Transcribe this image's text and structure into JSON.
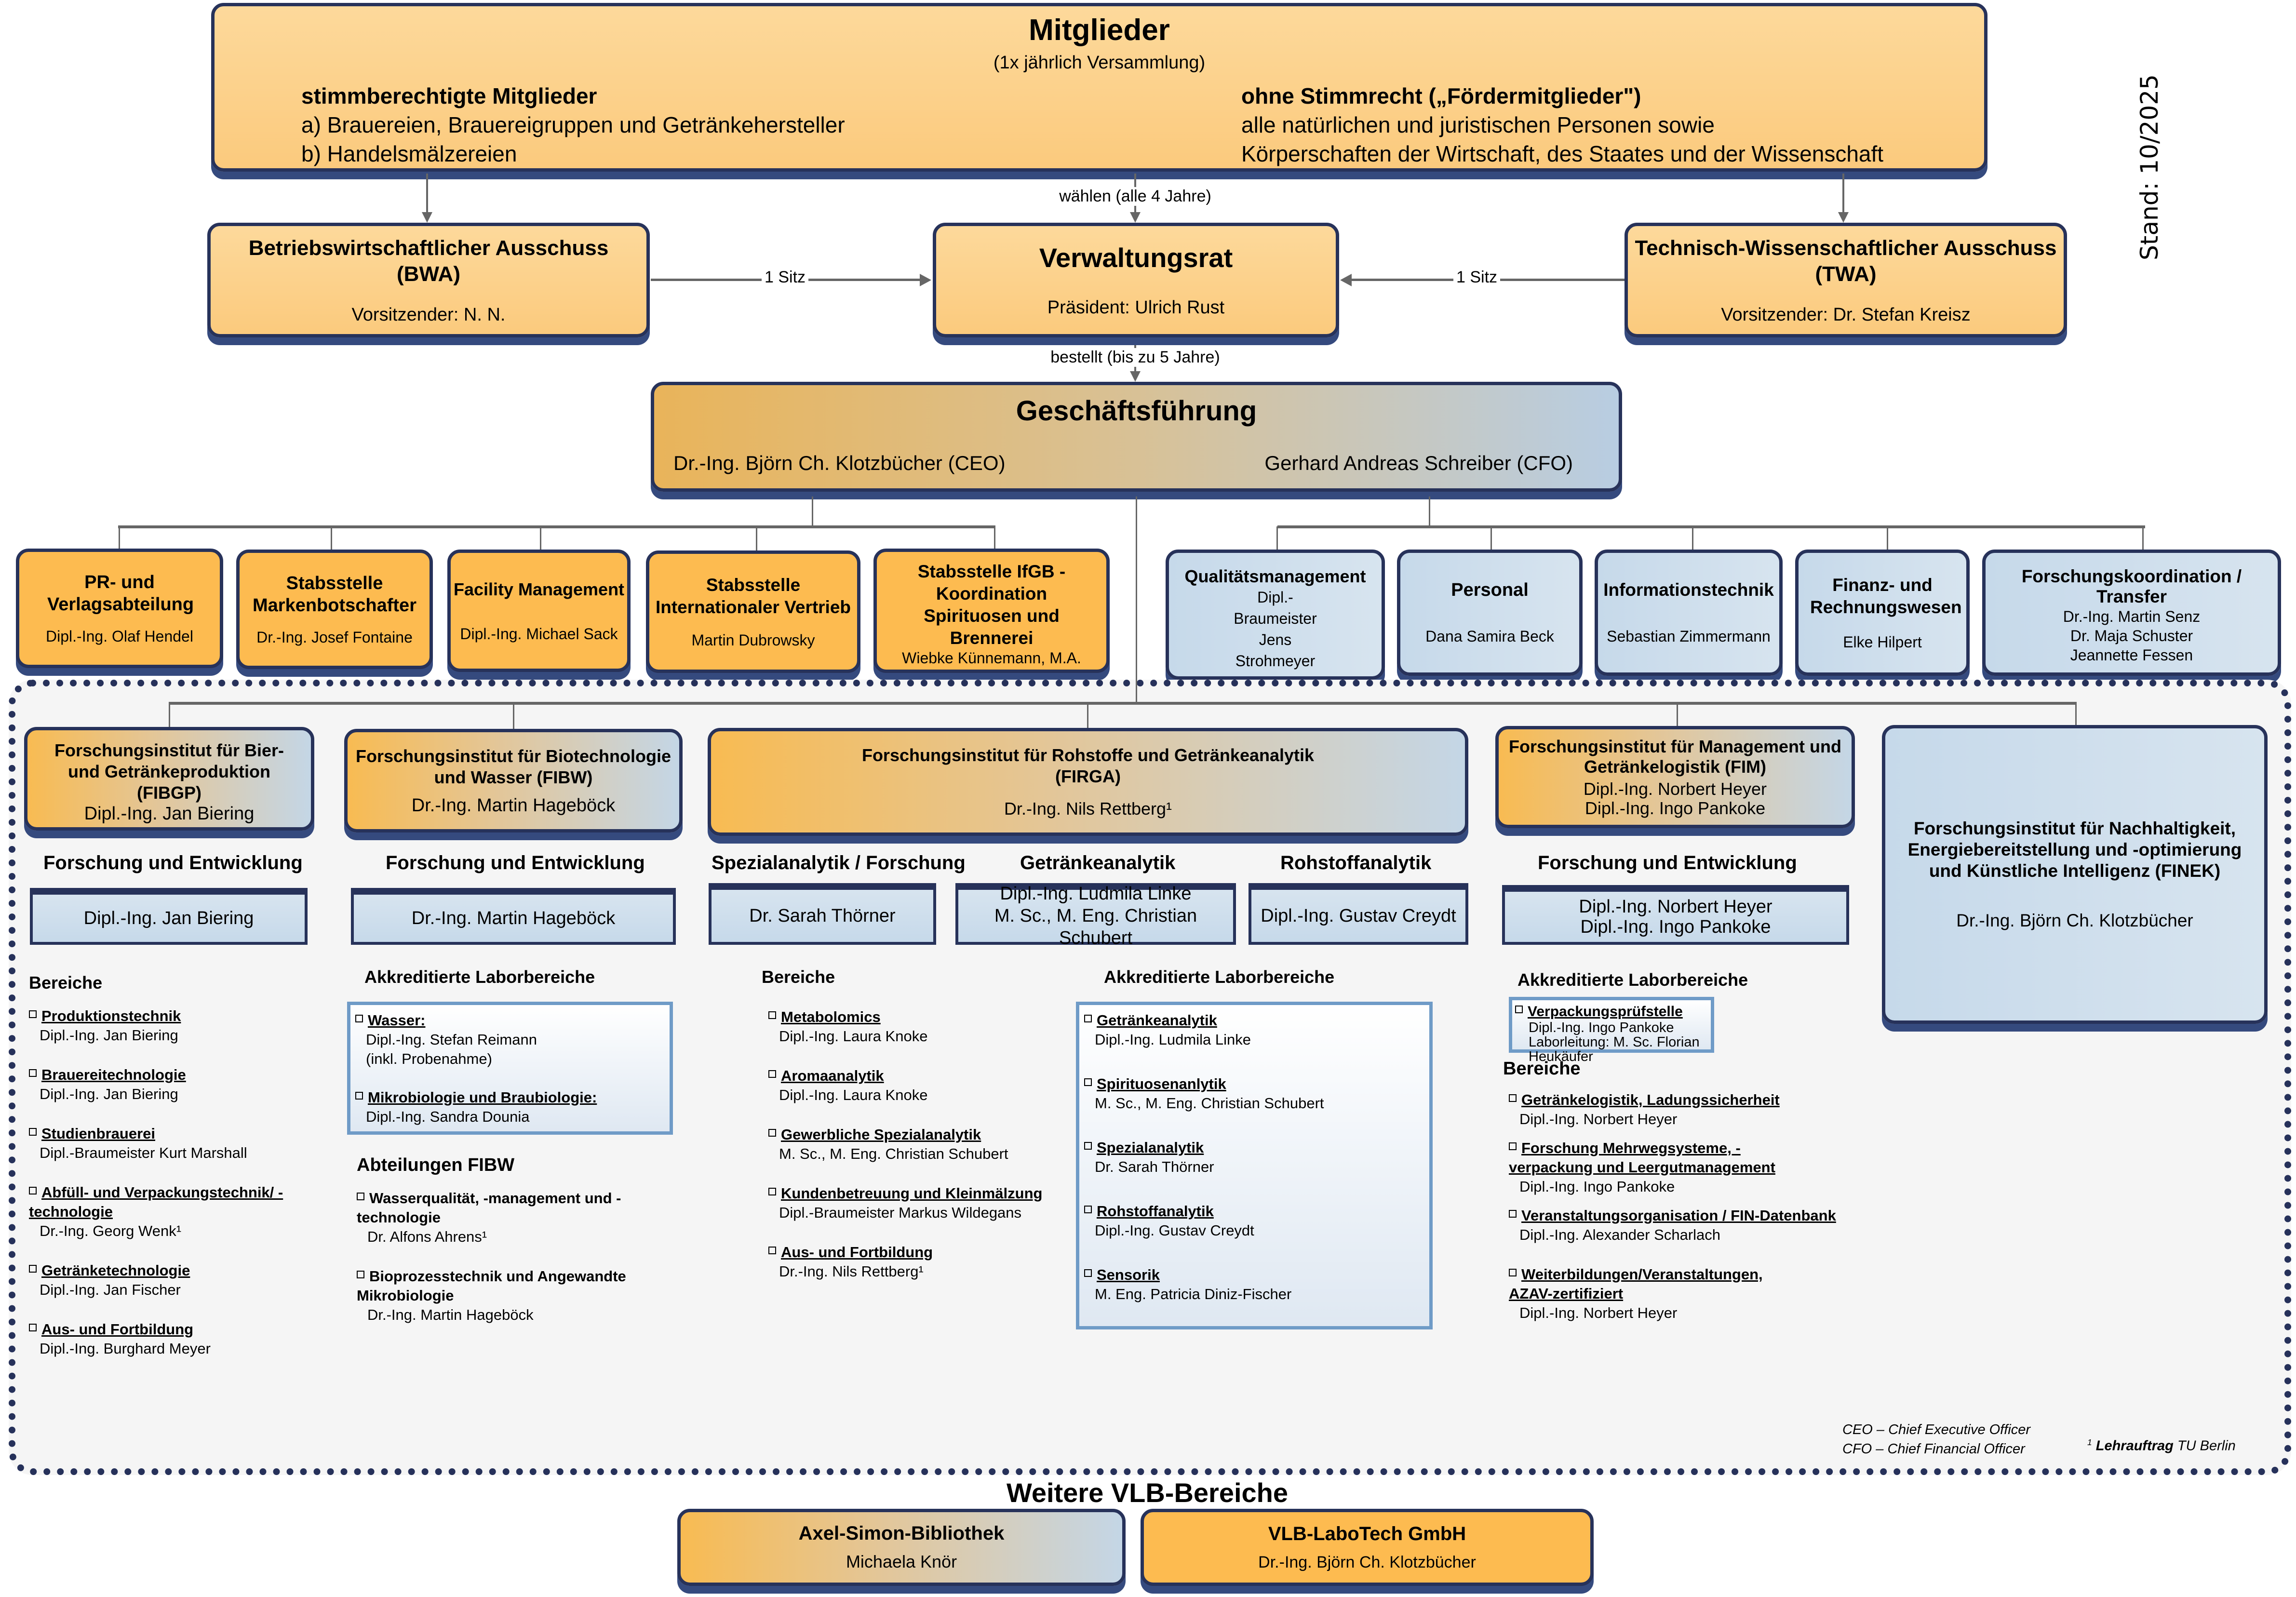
{
  "members": {
    "title": "Mitglieder",
    "subtitle": "(1x jährlich Versammlung)",
    "voting": {
      "heading": "stimmberechtigte Mitglieder",
      "lines": [
        "a) Brauereien, Brauereigruppen und Getränkehersteller",
        "b) Handelsmälzereien"
      ]
    },
    "nonvoting": {
      "heading": "ohne Stimmrecht („Fördermitglieder\")",
      "lines": [
        "alle natürlichen und juristischen Personen sowie",
        "Körperschaften der Wirtschaft, des Staates und der Wissenschaft"
      ]
    }
  },
  "connectors": {
    "elect": "wählen (alle 4 Jahre)",
    "appoint": "bestellt (bis zu 5 Jahre)",
    "seat_left": "1 Sitz",
    "seat_right": "1 Sitz"
  },
  "bwa": {
    "title": "Betriebswirtschaftlicher Ausschuss",
    "abbr": "(BWA)",
    "person": "Vorsitzender: N. N."
  },
  "board": {
    "title": "Verwaltungsrat",
    "person": "Präsident: Ulrich Rust"
  },
  "twa": {
    "title": "Technisch-Wissenschaftlicher Ausschuss",
    "abbr": "(TWA)",
    "person": "Vorsitzender: Dr. Stefan Kreisz"
  },
  "stand": "Stand: 10/2025",
  "management": {
    "title": "Geschäftsführung",
    "ceo": "Dr.-Ing. Björn Ch. Klotzbücher (CEO)",
    "cfo": "Gerhard Andreas Schreiber (CFO)"
  },
  "staff_left": [
    {
      "title": "PR- und Verlagsabteilung",
      "person": "Dipl.-Ing. Olaf Hendel"
    },
    {
      "title": "Stabsstelle Markenbotschafter",
      "person": "Dr.-Ing. Josef Fontaine"
    },
    {
      "title": "Facility Management",
      "person": "Dipl.-Ing. Michael Sack"
    },
    {
      "title": "Stabsstelle Internationaler Vertrieb",
      "person": "Martin Dubrowsky"
    },
    {
      "title": "Stabsstelle IfGB - Koordination Spirituosen und Brennerei",
      "person": "Wiebke Künnemann, M.A."
    }
  ],
  "staff_right": [
    {
      "title": "Qualitätsmanagement",
      "person": "Dipl.-Braumeister Jens Strohmeyer"
    },
    {
      "title": "Personal",
      "person": "Dana Samira Beck"
    },
    {
      "title": "Informationstechnik",
      "person": "Sebastian Zimmermann"
    },
    {
      "title": "Finanz- und Rechnungswesen",
      "person": "Elke Hilpert"
    },
    {
      "title": "Forschungskoordination / Transfer",
      "person": "Dr.-Ing. Martin Senz\nDr. Maja Schuster\nJeannette Fessen"
    }
  ],
  "institutes": {
    "fibgp": {
      "title": "Forschungsinstitut für Bier- und Getränkeproduktion (FIBGP)",
      "head": "Dipl.-Ing. Jan Biering",
      "rd_label": "Forschung und Entwicklung",
      "rd_person": "Dipl.-Ing. Jan Biering",
      "areas_label": "Bereiche",
      "areas": [
        {
          "name": "Produktionstechnik",
          "person": "Dipl.-Ing. Jan Biering"
        },
        {
          "name": "Brauereitechnologie",
          "person": "Dipl.-Ing. Jan Biering"
        },
        {
          "name": "Studienbrauerei",
          "person": "Dipl.-Braumeister Kurt Marshall"
        },
        {
          "name": "Abfüll- und Verpackungstechnik/ -technologie",
          "person": "Dr.-Ing. Georg Wenk¹"
        },
        {
          "name": "Getränketechnologie",
          "person": "Dipl.-Ing. Jan Fischer"
        },
        {
          "name": "Aus- und Fortbildung",
          "person": "Dipl.-Ing. Burghard Meyer"
        }
      ]
    },
    "fibw": {
      "title": "Forschungsinstitut für Biotechnologie und Wasser (FIBW)",
      "head": "Dr.-Ing. Martin Hageböck",
      "rd_label": "Forschung und Entwicklung",
      "rd_person": "Dr.-Ing. Martin Hageböck",
      "labs_label": "Akkreditierte Laborbereiche",
      "labs": [
        {
          "name": "Wasser:",
          "person": "Dipl.-Ing. Stefan Reimann (inkl. Probenahme)"
        },
        {
          "name": "Mikrobiologie und Braubiologie:",
          "person": "Dipl.-Ing. Sandra Dounia"
        }
      ],
      "depts_label": "Abteilungen FIBW",
      "depts": [
        {
          "name": "Wasserqualität, -management und -technologie",
          "person": "Dr. Alfons Ahrens¹"
        },
        {
          "name": "Bioprozesstechnik und Angewandte Mikrobiologie",
          "person": "Dr.-Ing. Martin Hageböck"
        }
      ]
    },
    "firga": {
      "title": "Forschungsinstitut für Rohstoffe  und Getränkeanalytik",
      "abbr": "(FIRGA)",
      "head": "Dr.-Ing. Nils Rettberg¹",
      "sub": [
        {
          "label": "Spezialanalytik / Forschung",
          "person": "Dr. Sarah Thörner"
        },
        {
          "label": "Getränkeanalytik",
          "person": "Dipl.-Ing. Ludmila Linke\nM. Sc., M. Eng. Christian Schubert"
        },
        {
          "label": "Rohstoffanalytik",
          "person": "Dipl.-Ing. Gustav Creydt"
        }
      ],
      "areas_label": "Bereiche",
      "areas": [
        {
          "name": "Metabolomics",
          "person": "Dipl.-Ing. Laura Knoke"
        },
        {
          "name": "Aromaanalytik",
          "person": "Dipl.-Ing. Laura Knoke"
        },
        {
          "name": "Gewerbliche Spezialanalytik",
          "person": "M. Sc., M. Eng. Christian Schubert"
        },
        {
          "name": "Kundenbetreuung und Kleinmälzung",
          "person": "Dipl.-Braumeister Markus Wildegans"
        },
        {
          "name": "Aus- und Fortbildung",
          "person": "Dr.-Ing. Nils Rettberg¹"
        }
      ],
      "labs_label": "Akkreditierte Laborbereiche",
      "labs": [
        {
          "name": "Getränkeanalytik",
          "person": "Dipl.-Ing. Ludmila Linke"
        },
        {
          "name": "Spirituosenanlytik",
          "person": "M. Sc., M. Eng. Christian Schubert"
        },
        {
          "name": "Spezialanalytik",
          "person": "Dr. Sarah Thörner"
        },
        {
          "name": "Rohstoffanalytik",
          "person": "Dipl.-Ing. Gustav Creydt"
        },
        {
          "name": "Sensorik",
          "person": "M. Eng. Patricia Diniz-Fischer"
        }
      ]
    },
    "fim": {
      "title": "Forschungsinstitut für Management und Getränkelogistik (FIM)",
      "head": "Dipl.-Ing. Norbert Heyer\nDipl.-Ing. Ingo Pankoke",
      "rd_label": "Forschung und Entwicklung",
      "rd_person": "Dipl.-Ing. Norbert Heyer\nDipl.-Ing. Ingo Pankoke",
      "labs_label": "Akkreditierte Laborbereiche",
      "labs": [
        {
          "name": "Verpackungsprüfstelle",
          "person": "Dipl.-Ing. Ingo Pankoke\nLaborleitung: M. Sc. Florian Heukäufer"
        }
      ],
      "areas_label": "Bereiche",
      "areas": [
        {
          "name": "Getränkelogistik, Ladungssicherheit",
          "person": "Dipl.-Ing. Norbert Heyer"
        },
        {
          "name": "Forschung Mehrwegsysteme, -verpackung und Leergutmanagement",
          "person": "Dipl.-Ing. Ingo Pankoke"
        },
        {
          "name": "Veranstaltungsorganisation / FIN-Datenbank",
          "person": "Dipl.-Ing. Alexander Scharlach"
        },
        {
          "name": "Weiterbildungen/Veranstaltungen, AZAV-zertifiziert",
          "person": "Dipl.-Ing. Norbert Heyer"
        }
      ]
    },
    "finek": {
      "title": "Forschungsinstitut für Nachhaltigkeit, Energiebereitstellung und -optimierung und Künstliche Intelligenz (FINEK)",
      "head": "Dr.-Ing. Björn Ch. Klotzbücher"
    }
  },
  "footnotes": {
    "ceo": "CEO – Chief Executive Officer",
    "cfo": "CFO – Chief Financial Officer",
    "sup": "1",
    "lehr_bold": "Lehrauftrag",
    "lehr_rest": " TU Berlin"
  },
  "further": {
    "title": "Weitere VLB-Bereiche",
    "items": [
      {
        "title": "Axel-Simon-Bibliothek",
        "person": "Michaela Knör"
      },
      {
        "title": "VLB-LaboTech GmbH",
        "person": "Dr.-Ing. Björn Ch. Klotzbücher"
      }
    ]
  }
}
